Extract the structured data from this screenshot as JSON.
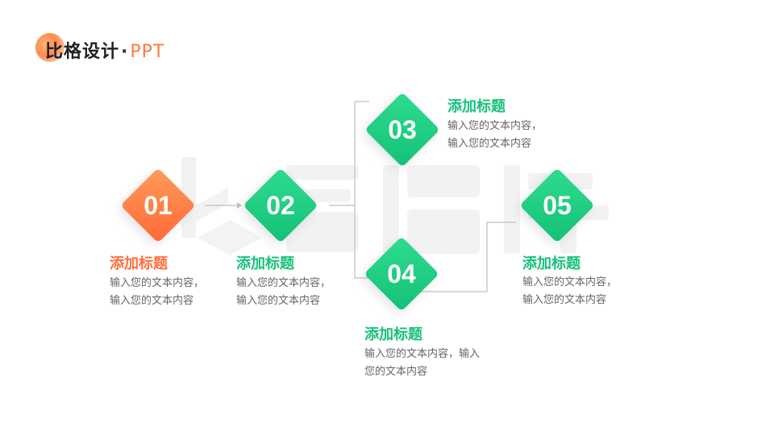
{
  "brand": {
    "name": "比格设计",
    "separator": "·",
    "suffix": "PPT"
  },
  "colors": {
    "orange": "#ff6f3a",
    "green": "#16c27a"
  },
  "steps": [
    {
      "number": "01",
      "title": "添加标题",
      "desc_line1": "输入您的文本内容，",
      "desc_line2": "输入您的文本内容"
    },
    {
      "number": "02",
      "title": "添加标题",
      "desc_line1": "输入您的文本内容，",
      "desc_line2": "输入您的文本内容"
    },
    {
      "number": "03",
      "title": "添加标题",
      "desc_line1": "输入您的文本内容，",
      "desc_line2": "输入您的文本内容"
    },
    {
      "number": "04",
      "title": "添加标题",
      "desc_line1": "输入您的文本内容，输入",
      "desc_line2": "您的文本内容"
    },
    {
      "number": "05",
      "title": "添加标题",
      "desc_line1": "输入您的文本内容，",
      "desc_line2": "输入您的文本内容"
    }
  ]
}
